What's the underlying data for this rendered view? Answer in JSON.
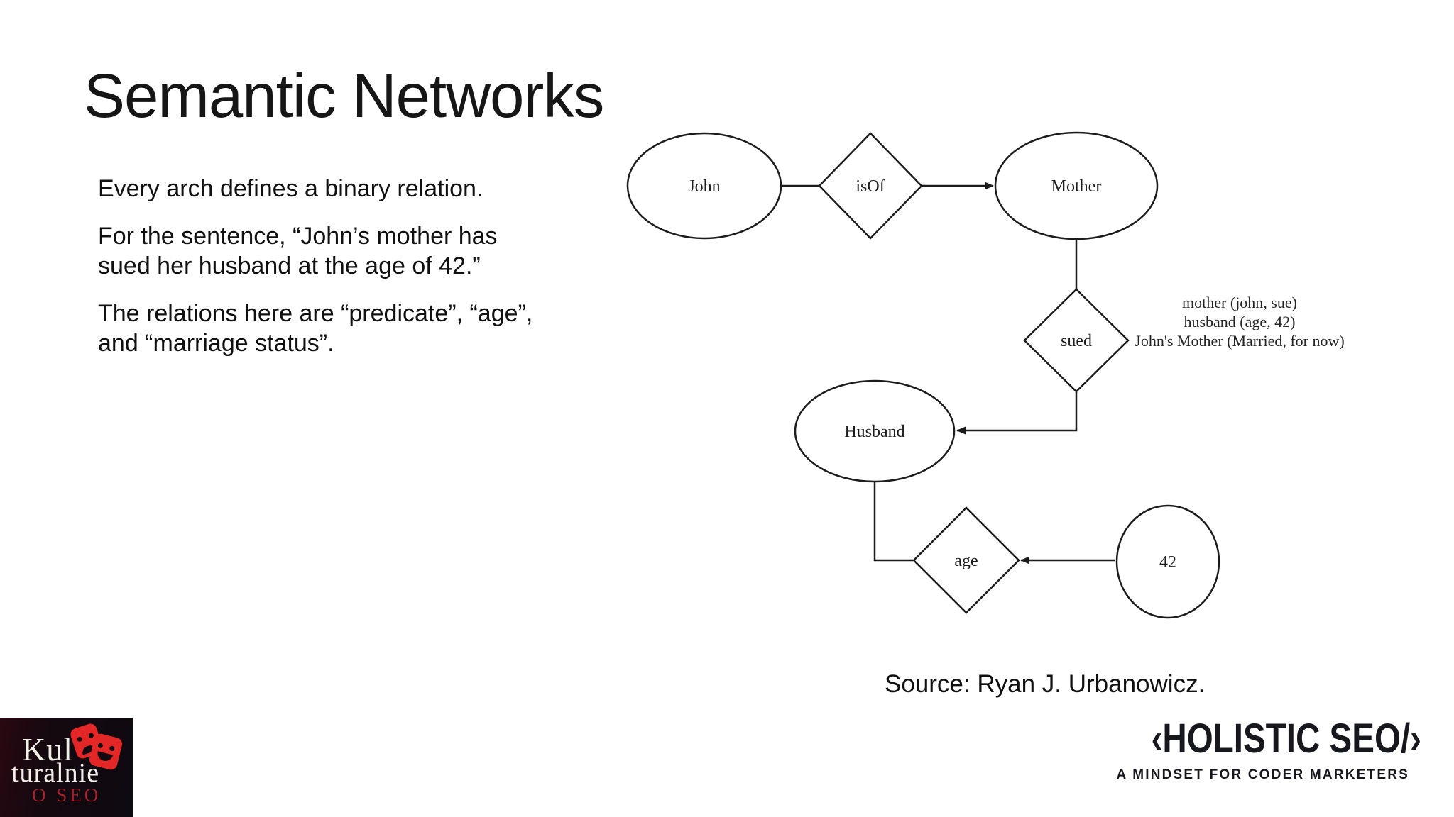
{
  "slide": {
    "title": "Semantic Networks",
    "body": {
      "p1": [
        "Every arch defines a binary relation."
      ],
      "p2": [
        "For the sentence, “John’s mother has",
        "sued her husband at the age of 42.”"
      ],
      "p3": [
        "The relations here are “predicate”, “age”,",
        "and “marriage status”."
      ]
    },
    "source": "Source: Ryan J. Urbanowicz."
  },
  "diagram": {
    "type": "semantic-network",
    "stroke_color": "#1c1c1c",
    "nodes": {
      "john": "John",
      "isOf": "isOf",
      "mother": "Mother",
      "sued": "sued",
      "husband": "Husband",
      "age": "age",
      "value42": "42"
    },
    "edges": [
      {
        "from": "John",
        "to": "isOf",
        "arrow": false
      },
      {
        "from": "isOf",
        "to": "Mother",
        "arrow": true
      },
      {
        "from": "Mother",
        "to": "sued",
        "arrow": false
      },
      {
        "from": "sued",
        "to": "Husband",
        "arrow": true
      },
      {
        "from": "Husband",
        "to": "age",
        "arrow": false
      },
      {
        "from": "42",
        "to": "age",
        "arrow": true
      }
    ],
    "annotations": [
      "mother (john, sue)",
      "husband (age, 42)",
      "John's Mother (Married, for now)"
    ]
  },
  "footer": {
    "kulturalnie": {
      "line1": "Kul",
      "line2": "turalnie",
      "line3": "O SEO",
      "bg": "#14090f",
      "text_color": "#f3efe9",
      "accent": "#a8222e",
      "mask_color": "#e32626"
    },
    "holistic": {
      "brand": "‹HOLISTIC SEO/›",
      "tagline": "A MINDSET FOR CODER MARKETERS",
      "color": "#17171e"
    }
  }
}
